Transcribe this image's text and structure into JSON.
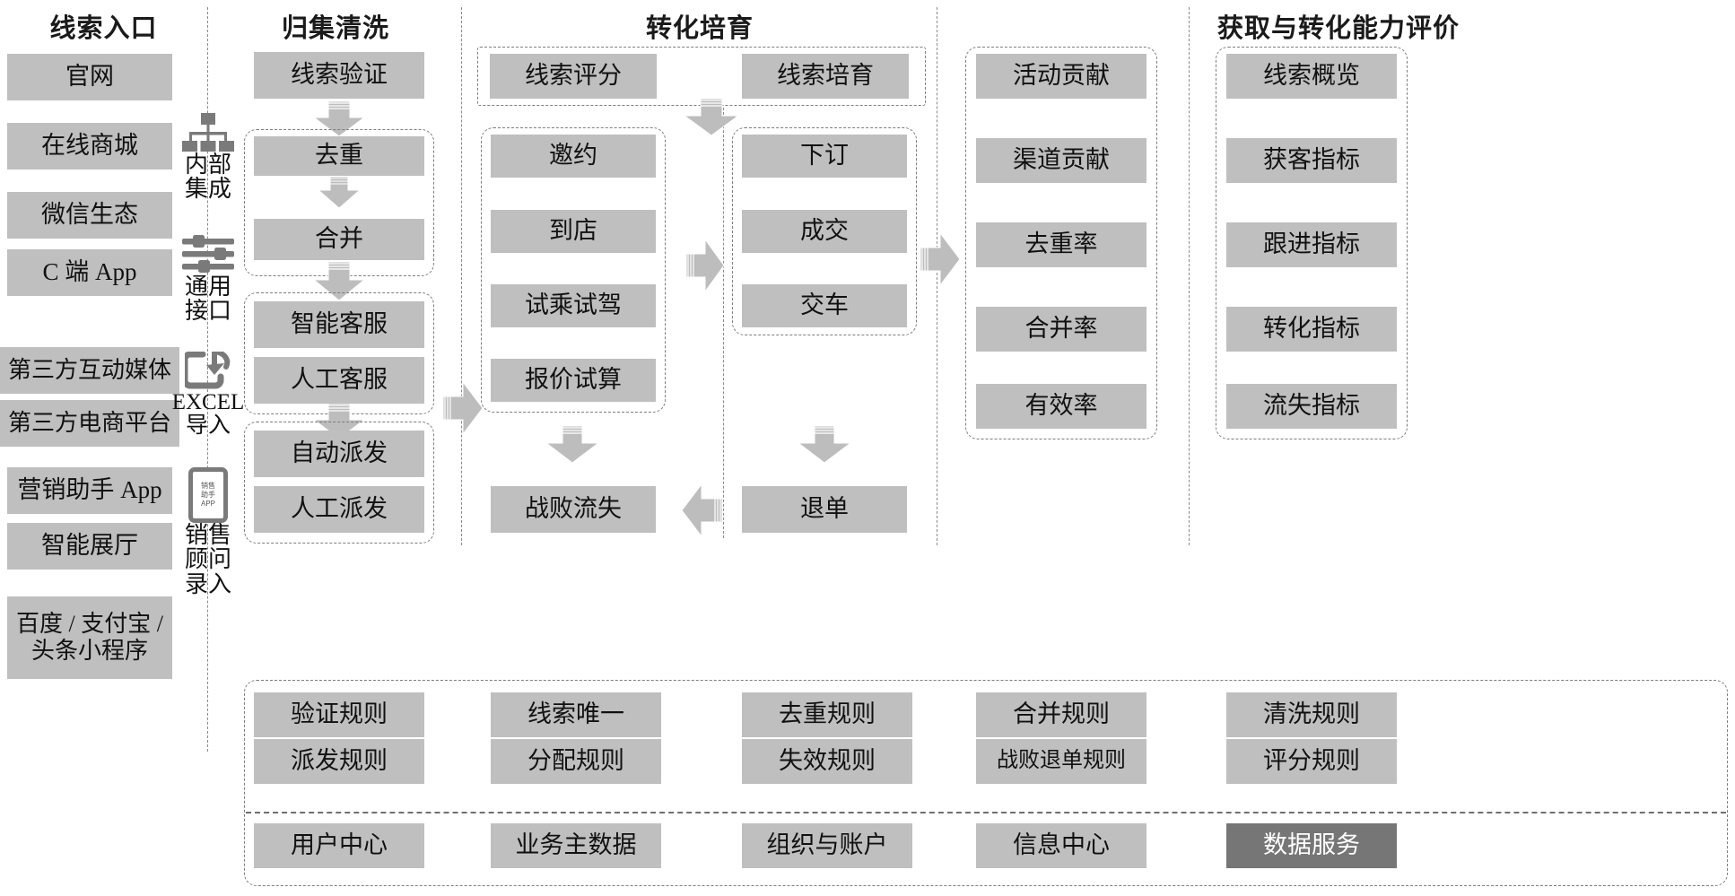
{
  "columns": {
    "c1": {
      "title": "线索入口"
    },
    "c2": {
      "title": "归集清洗"
    },
    "c3": {
      "title": "转化培育"
    },
    "c4": {
      "title": "获取与转化能力评价"
    }
  },
  "lead_sources": [
    {
      "label": "官网"
    },
    {
      "label": "在线商城"
    },
    {
      "label": "微信生态"
    },
    {
      "label": "C 端 App"
    },
    {
      "label": "第三方互动媒体"
    },
    {
      "label": "第三方电商平台"
    },
    {
      "label": "营销助手 App"
    },
    {
      "label": "智能展厅"
    },
    {
      "label": "百度 / 支付宝 /",
      "label2": "头条小程序"
    }
  ],
  "channel_icons": [
    {
      "icon": "org-chart-icon",
      "label": "内部\n集成"
    },
    {
      "icon": "sliders-icon",
      "label": "通用\n接口"
    },
    {
      "icon": "import-icon",
      "label": "EXCEL\n导入"
    },
    {
      "icon": "phone-app-icon",
      "label": "销售\n顾问\n录入",
      "screen": "销售\n助手\nAPP"
    }
  ],
  "collect_clean": {
    "verify": "线索验证",
    "group_dedupe": [
      "去重",
      "合并"
    ],
    "group_service": [
      "智能客服",
      "人工客服"
    ],
    "group_dispatch": [
      "自动派发",
      "人工派发"
    ]
  },
  "nurture": {
    "score": "线索评分",
    "nurture_label": "线索培育",
    "funnel_left": [
      "邀约",
      "到店",
      "试乘试驾",
      "报价试算"
    ],
    "funnel_right": [
      "下订",
      "成交",
      "交车"
    ],
    "lost": "战败流失",
    "refund": "退单"
  },
  "evaluation": {
    "metrics_left": [
      "活动贡献",
      "渠道贡献",
      "去重率",
      "合并率",
      "有效率"
    ],
    "metrics_right": [
      "线索概览",
      "获客指标",
      "跟进指标",
      "转化指标",
      "流失指标"
    ]
  },
  "rules": {
    "col1": [
      "验证规则",
      "派发规则"
    ],
    "col2": [
      "线索唯一",
      "分配规则"
    ],
    "col3": [
      "去重规则",
      "失效规则"
    ],
    "col4": [
      "合并规则",
      "战败退单规则"
    ],
    "col5": [
      "清洗规则",
      "评分规则"
    ]
  },
  "platform": [
    {
      "label": "用户中心",
      "highlight": false
    },
    {
      "label": "业务主数据",
      "highlight": false
    },
    {
      "label": "组织与账户",
      "highlight": false
    },
    {
      "label": "信息中心",
      "highlight": false
    },
    {
      "label": "数据服务",
      "highlight": true
    }
  ],
  "colors": {
    "box_fill": "#bfbfbf",
    "box_fill_dark": "#767676",
    "arrow_fill": "#bdbdbd",
    "arrow_stroke": "#9a9a9a",
    "dash_border": "#7d7d7d",
    "text": "#111111",
    "text_inverse": "#ffffff"
  }
}
